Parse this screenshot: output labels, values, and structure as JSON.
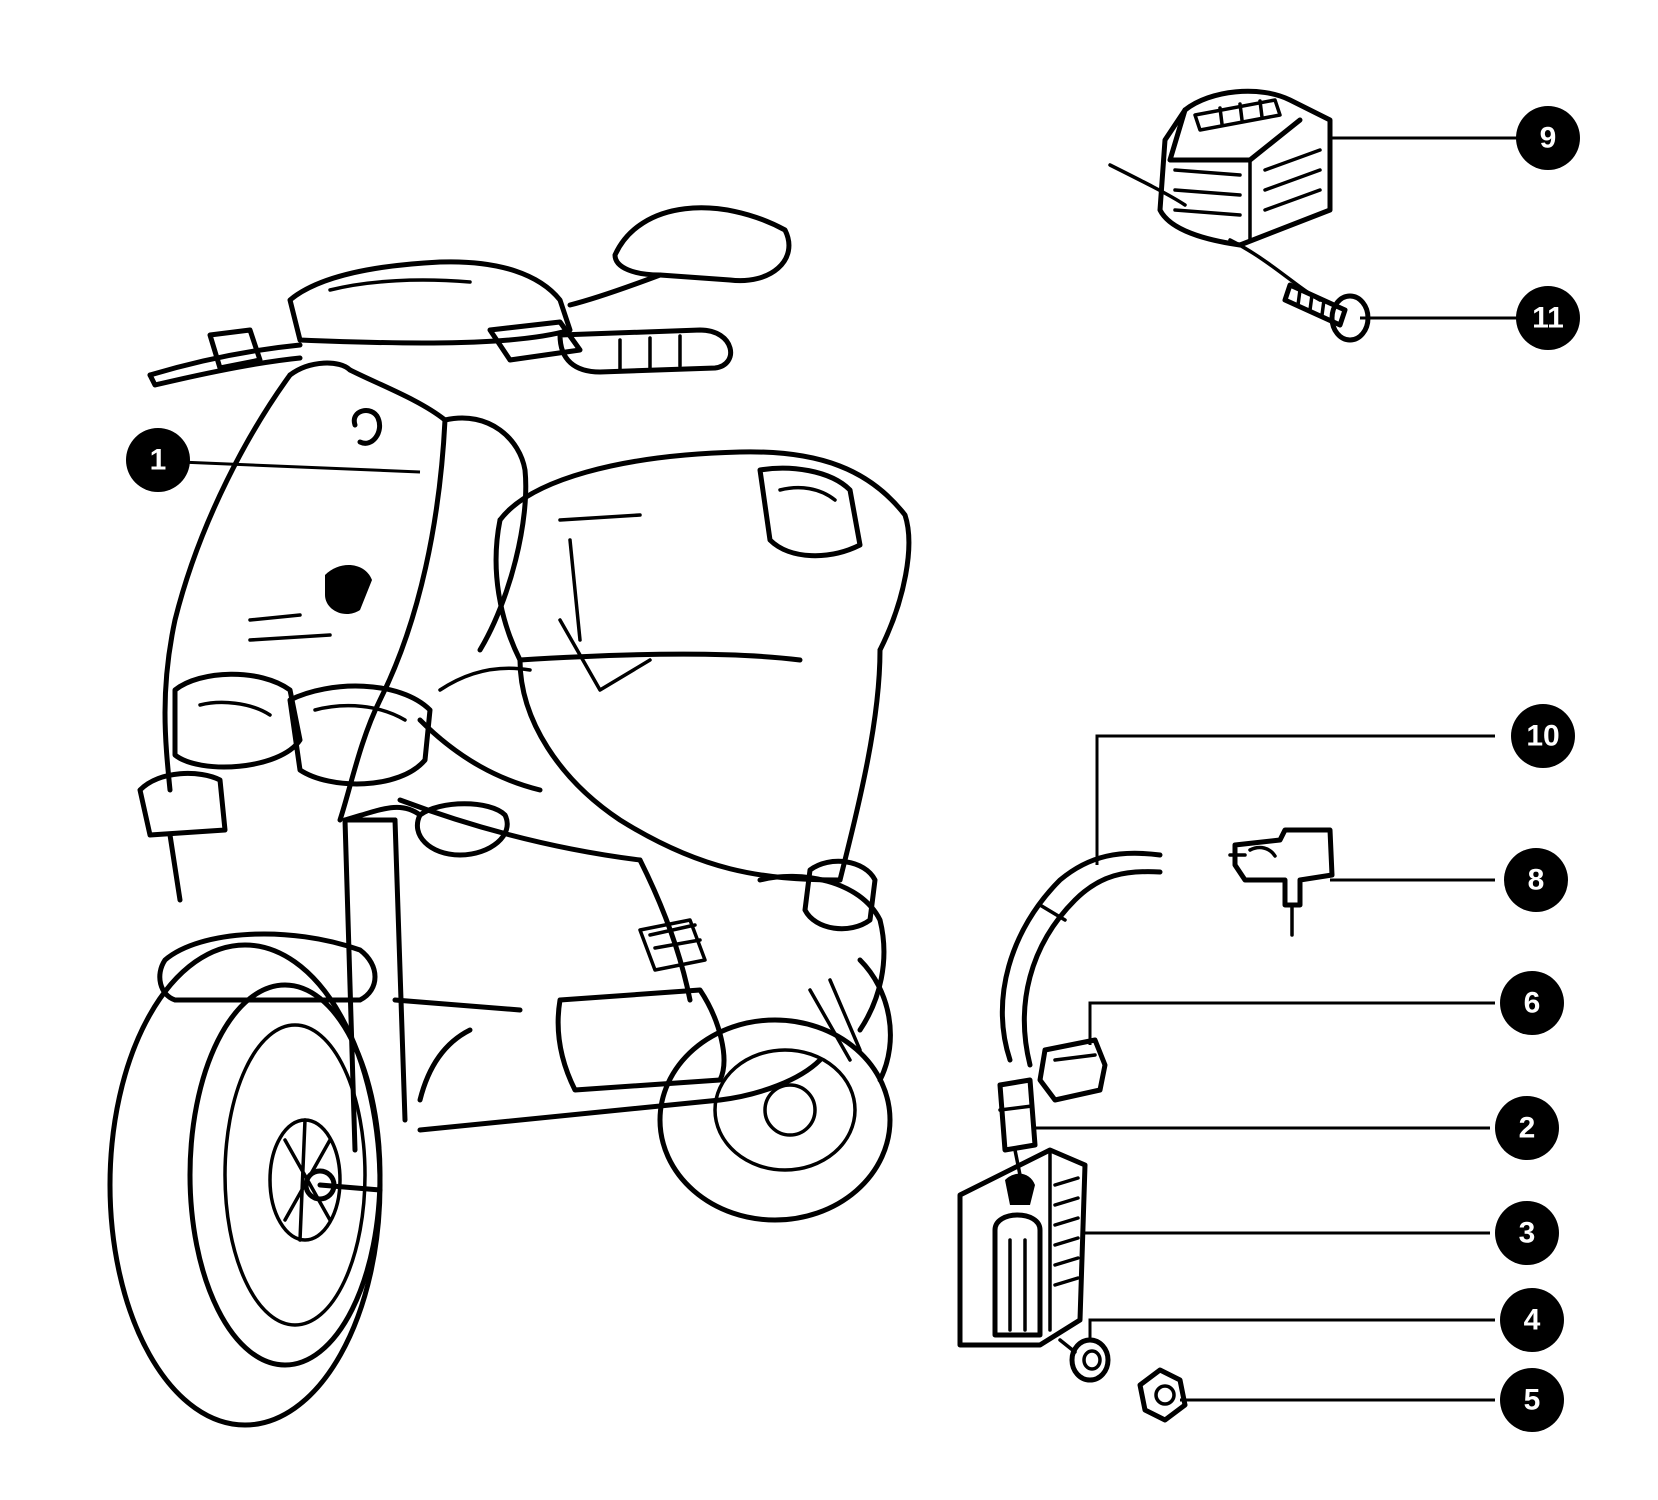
{
  "colors": {
    "line": "#000000",
    "background": "#ffffff",
    "badge_text": "#ffffff"
  },
  "callouts": [
    {
      "id": "1",
      "label": "1"
    },
    {
      "id": "2",
      "label": "2"
    },
    {
      "id": "3",
      "label": "3"
    },
    {
      "id": "4",
      "label": "4"
    },
    {
      "id": "5",
      "label": "5"
    },
    {
      "id": "6",
      "label": "6"
    },
    {
      "id": "8",
      "label": "8"
    },
    {
      "id": "9",
      "label": "9"
    },
    {
      "id": "10",
      "label": "10"
    },
    {
      "id": "11",
      "label": "11"
    }
  ]
}
